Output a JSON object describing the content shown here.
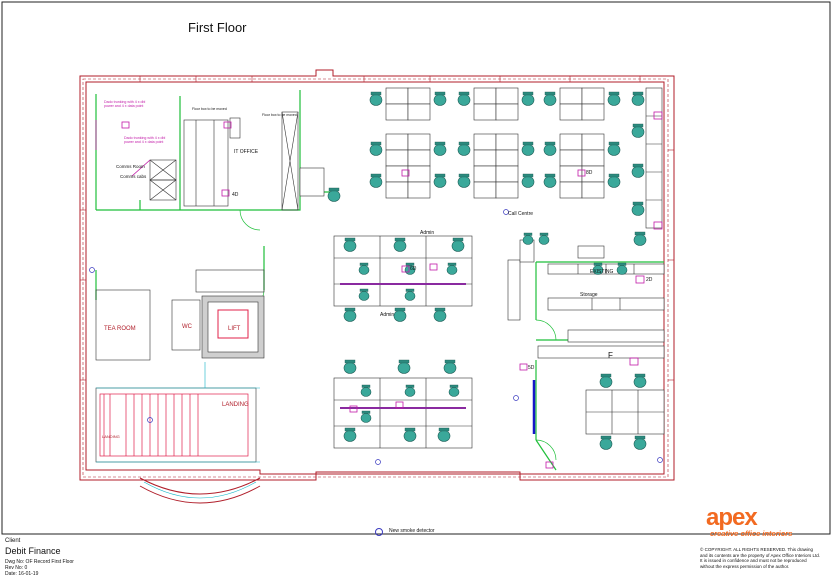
{
  "sheet": {
    "title": "First Floor",
    "client_label": "Client",
    "client_name": "Debit Finance",
    "dwg_no": "Dwg No: OF Record First Floor",
    "rev_no": "Rev No: 0",
    "date": "Date: 16-01-19",
    "copyright": "© COPYRIGHT. ALL RIGHTS RESERVED. This drawing and its contents are the property of Apex Office Interiors Ltd. It is issued in confidence and must not be reproduced without the express permission of the author.",
    "logo_word": "apex",
    "logo_tagline": "creative office interiors",
    "logo_color": "#f26a21",
    "smoke_note": "New smoke detector"
  },
  "rooms": {
    "call_centre": "Call Centre",
    "admin": "Admin",
    "admin_2": "Admin",
    "storage": "Storage",
    "it_office": "IT OFFICE",
    "comms_room": "Comms Room",
    "comms_cabs": "Comms cabs",
    "tea_room": "TEA ROOM",
    "wc": "WC",
    "lift": "LIFT",
    "landing": "LANDING",
    "landing_2": "LANDING",
    "files_label": "F",
    "existing": "EXISTING"
  },
  "notes": {
    "floor_box_1": "Floor box to be moved",
    "floor_box_2": "Floor box to be moved",
    "dado_1": "Dado trunking with 4 x dbl power and 4 x data point",
    "dado_2": "Dado trunking with 4 x dbl power and 4 x data point"
  },
  "tags": {
    "data_4d": "4D",
    "data_2d": "2D",
    "data_5d": "5D",
    "data_6d": "6D",
    "data_8d": "8D"
  },
  "colors": {
    "wall": "#b01e2a",
    "partition": "#1fbf3a",
    "chair": "#3aa89a",
    "power": "#c21aa8",
    "data": "#3a3ac0",
    "glazing": "#1515c8",
    "stair": "#e0204a"
  }
}
